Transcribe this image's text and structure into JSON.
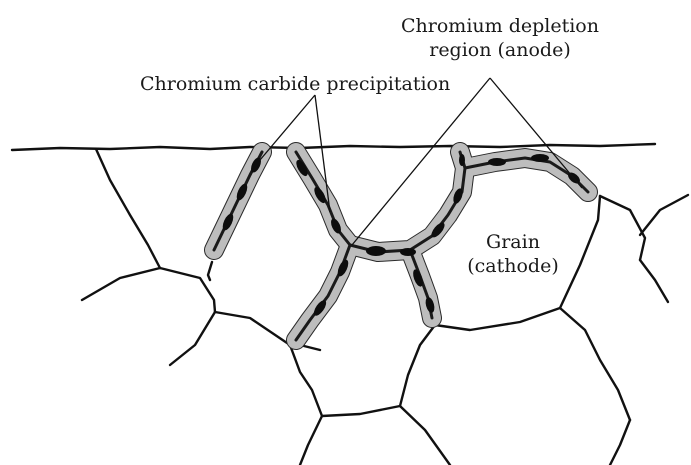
{
  "labels": {
    "depletion_line1": "Chromium depletion",
    "depletion_line2": "region (anode)",
    "carbide": "Chromium carbide precipitation",
    "grain_line1": "Grain",
    "grain_line2": "(cathode)"
  }
}
